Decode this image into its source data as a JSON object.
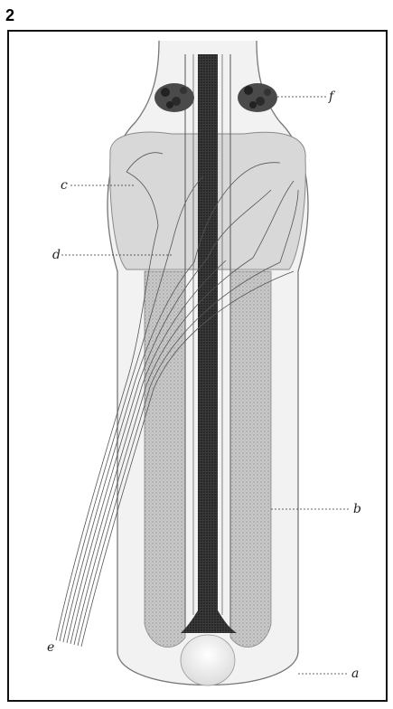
{
  "figure": {
    "panel_number": "2",
    "labels": {
      "a": "a",
      "b": "b",
      "c": "c",
      "d": "d",
      "e": "e",
      "f": "f"
    }
  }
}
